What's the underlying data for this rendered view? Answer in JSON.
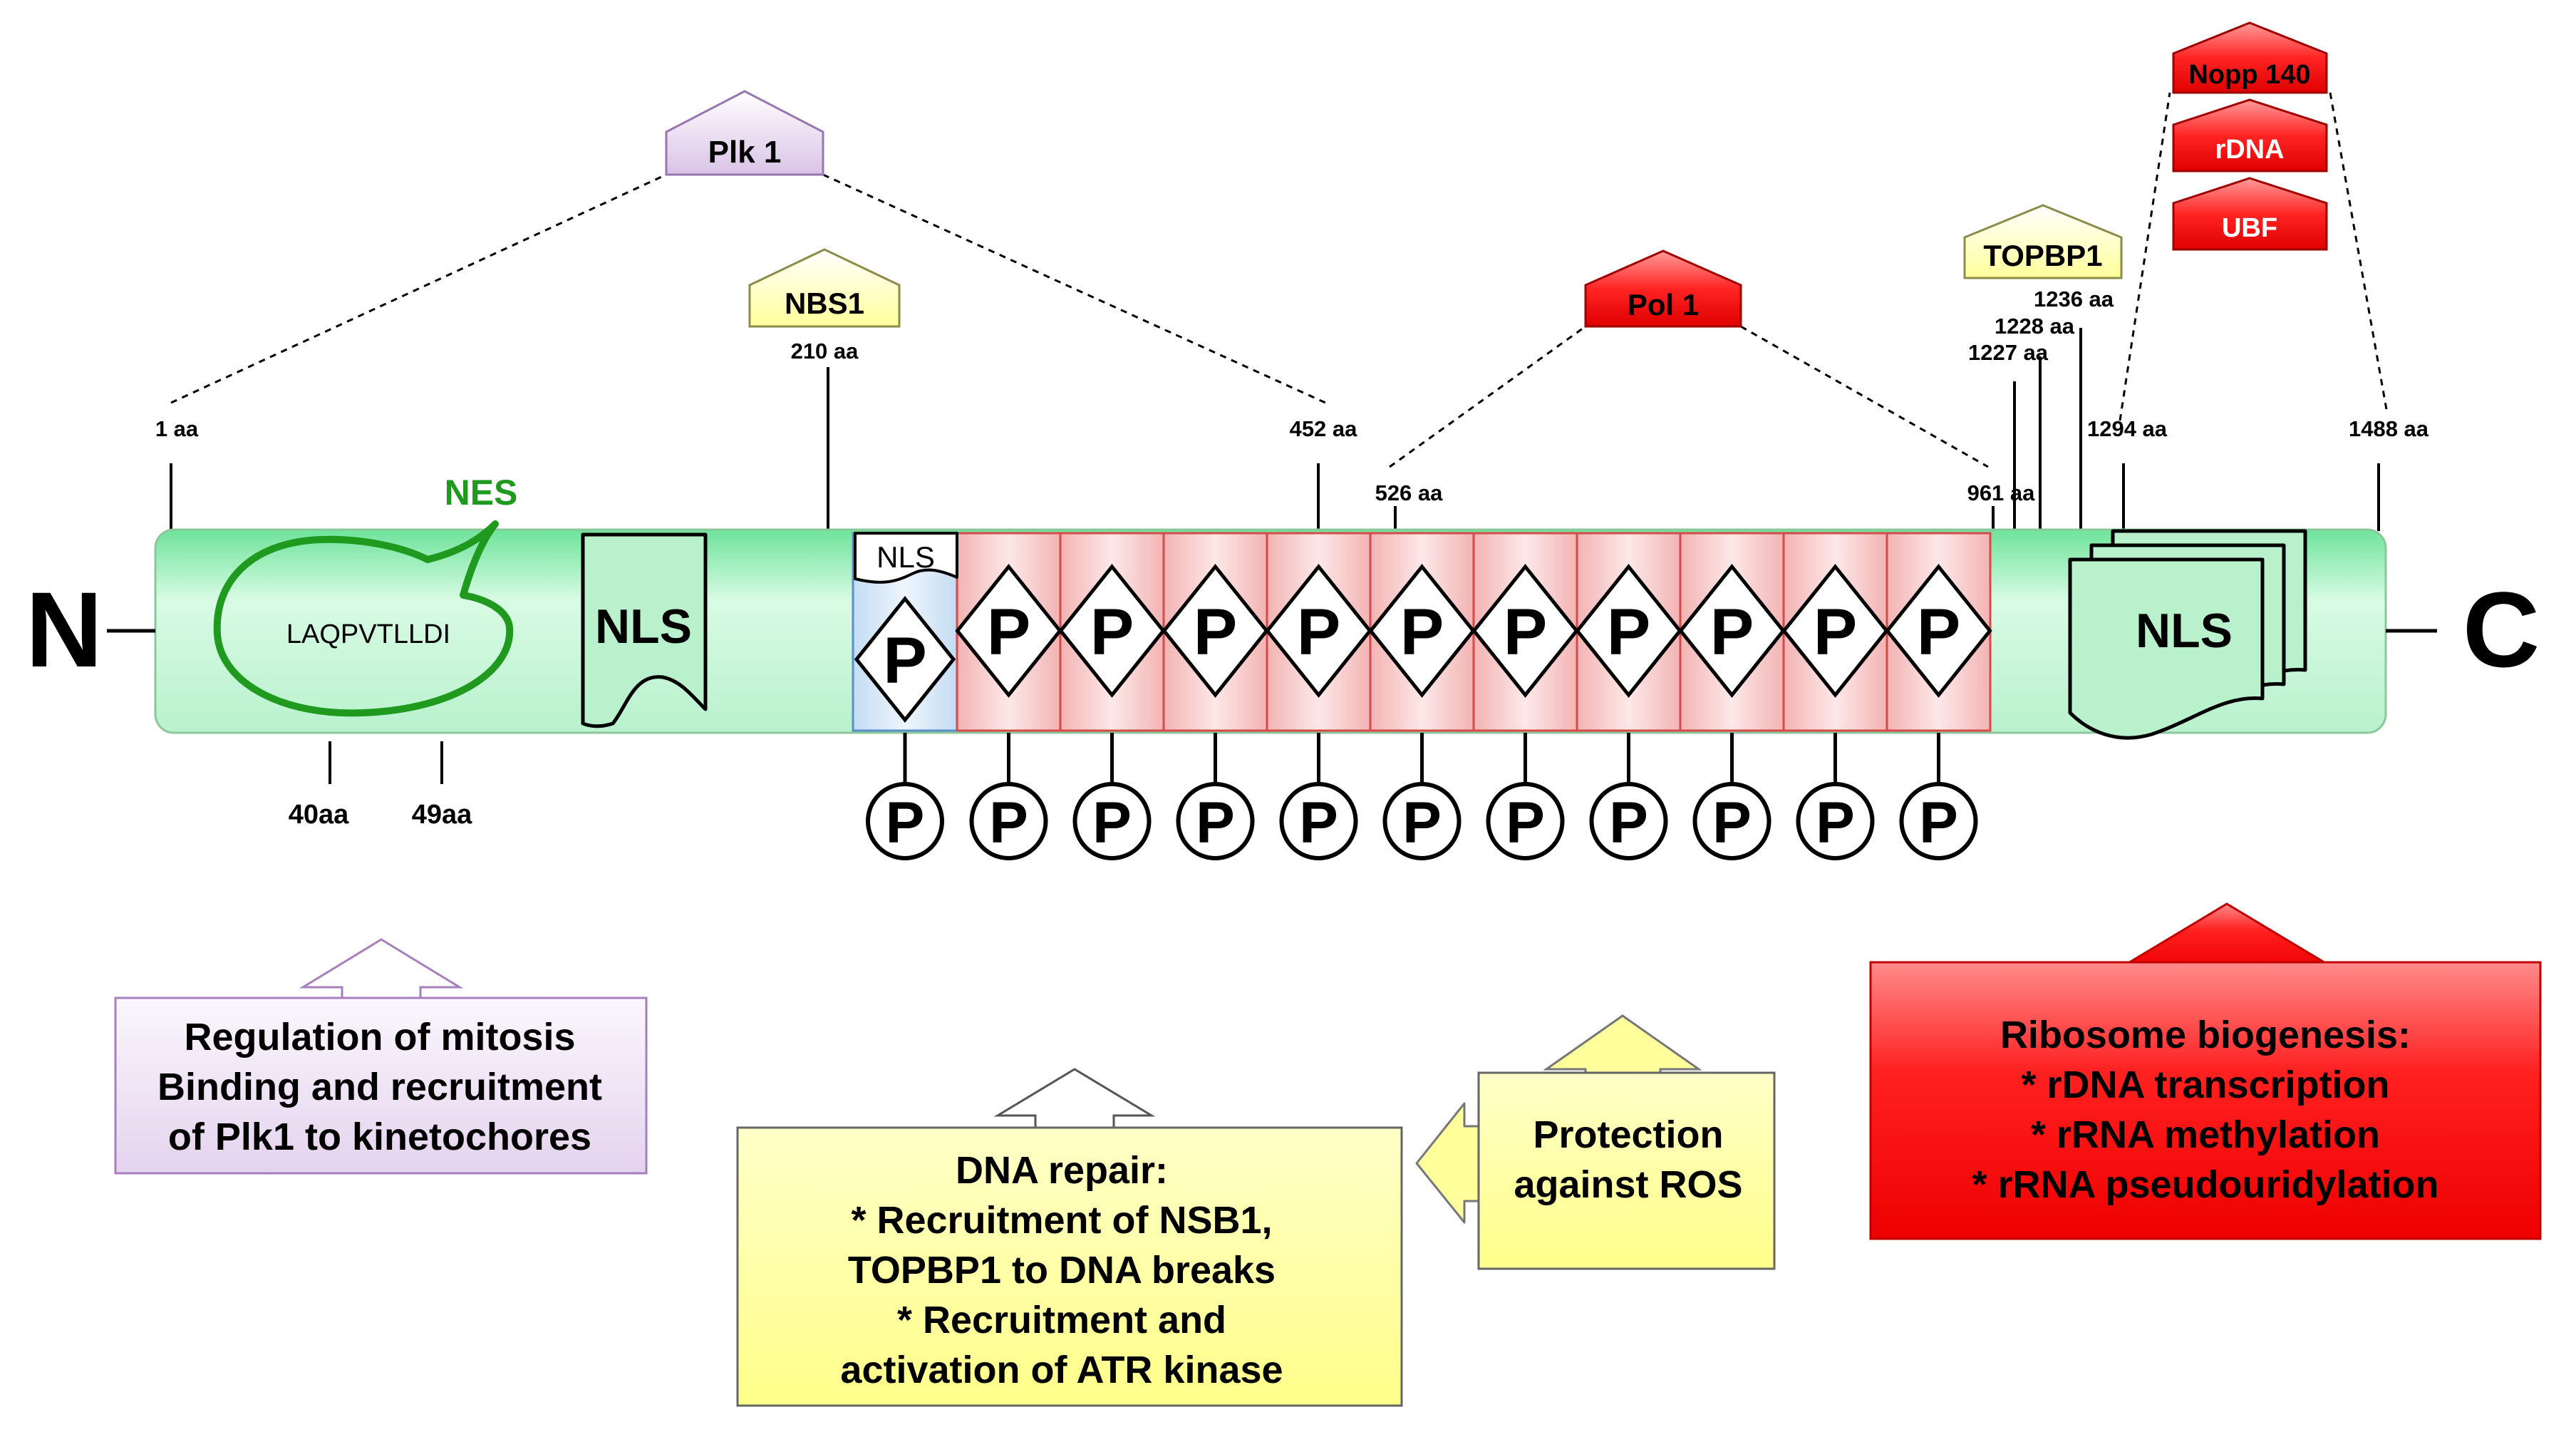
{
  "termini": {
    "n": "N",
    "c": "C"
  },
  "motifs": {
    "nes": "NES",
    "nes_sequence": "LAQPVTLLDI",
    "nls": "NLS",
    "p": "P"
  },
  "binding_partners": {
    "plk1": "Plk 1",
    "nbs1": "NBS1",
    "pol1": "Pol 1",
    "topbp1": "TOPBP1",
    "nopp140": "Nopp 140",
    "rdna": "rDNA",
    "ubf": "UBF"
  },
  "positions": {
    "p1": "1 aa",
    "p40": "40aa",
    "p49": "49aa",
    "p210": "210 aa",
    "p452": "452 aa",
    "p526": "526 aa",
    "p961": "961 aa",
    "p1227": "1227 aa",
    "p1228": "1228 aa",
    "p1236": "1236 aa",
    "p1294": "1294 aa",
    "p1488": "1488 aa"
  },
  "functions": {
    "mitosis": [
      "Regulation of mitosis",
      "Binding and recruitment",
      "of Plk1 to kinetochores"
    ],
    "dna_repair": [
      "DNA repair:",
      "* Recruitment of NSB1,",
      "TOPBP1 to DNA breaks",
      "* Recruitment and",
      "activation of ATR kinase"
    ],
    "ros": [
      "Protection",
      "against ROS"
    ],
    "ribosome": [
      "Ribosome biogenesis:",
      "* rDNA transcription",
      "* rRNA methylation",
      "* rRNA pseudouridylation"
    ]
  },
  "colors": {
    "plk1": "#e5d5ee",
    "nbs1_topbp1": "#ffffb0",
    "red": "#ff2a2a",
    "green_bar": "#b8f0cc",
    "nes_green": "#1d9a1d",
    "pink_segment": "#f7c8c8",
    "blue_segment": "#d4e6f7"
  }
}
